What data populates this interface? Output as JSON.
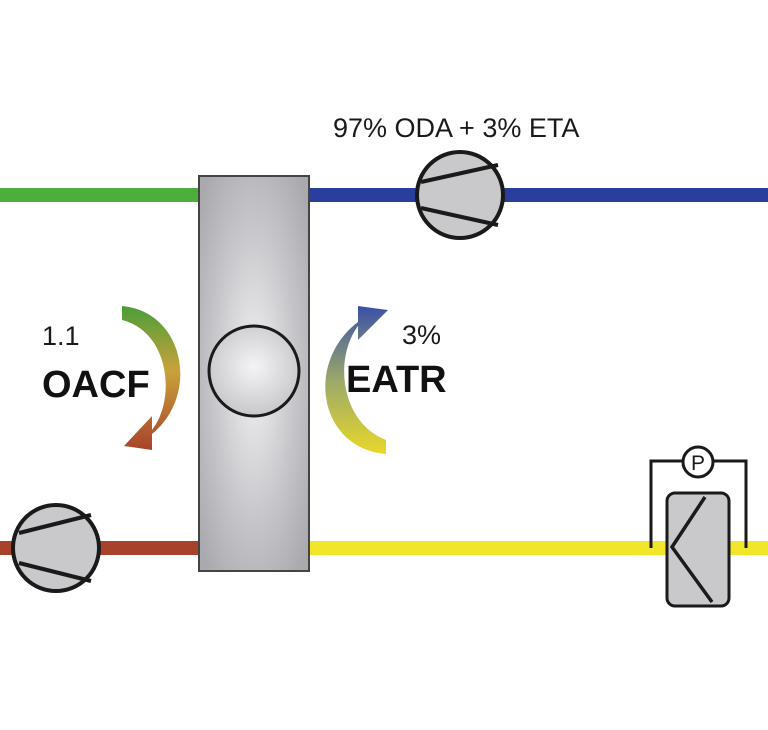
{
  "labels": {
    "supply_flow": "97% ODA + 3% ETA",
    "oacf_value": "1.1",
    "oacf_name": "OACF",
    "eatr_value": "3%",
    "eatr_name": "EATR",
    "pressure_symbol": "P"
  },
  "colors": {
    "outdoor_air": "#4caf3c",
    "supply_air": "#2a3e9e",
    "exhaust_air": "#a8422a",
    "extract_air": "#f2e62a",
    "arrow_green": "#4a9e3a",
    "arrow_brown": "#a8422a",
    "arrow_blue": "#3a50a8",
    "arrow_yellow": "#e8d82a",
    "device_fill": "#c9c9cc",
    "outline": "#222222"
  },
  "icons": {
    "fans": [
      "fan-icon",
      "fan-icon"
    ],
    "wheel": "rotary-heat-exchanger-icon",
    "damper": "damper-icon",
    "sensor": "pressure-sensor-icon"
  }
}
